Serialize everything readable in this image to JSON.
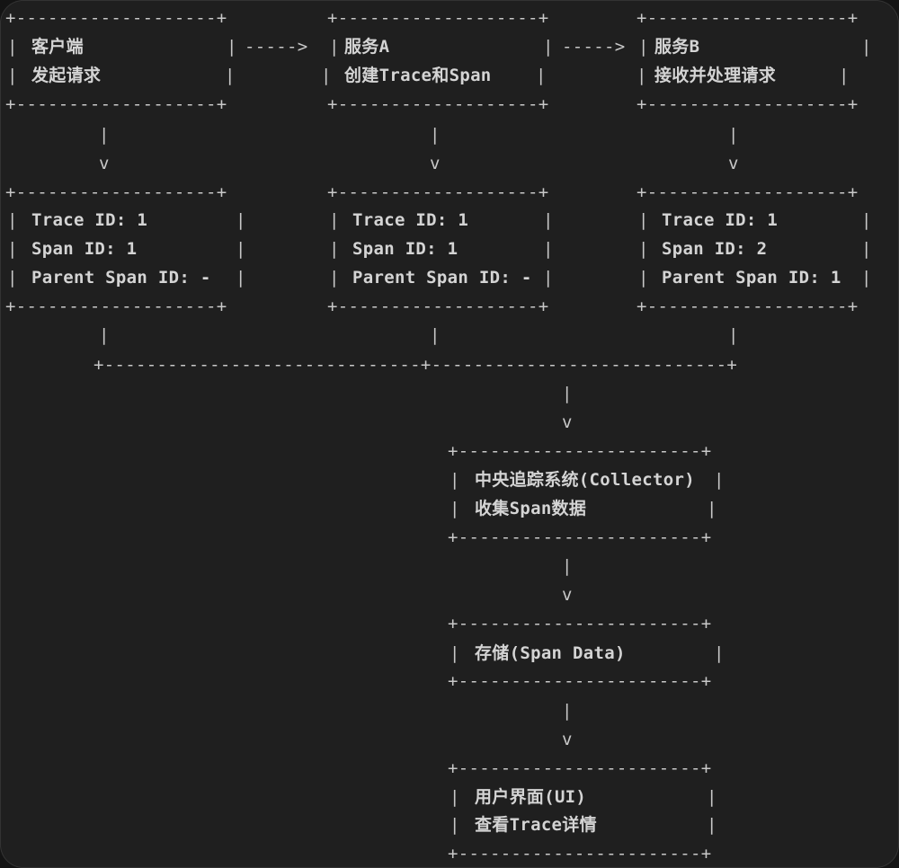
{
  "diagram": {
    "border_21": "+-------------------+",
    "border_25": "+-----------------------+",
    "connector": "+------------------------------+----------------------------+",
    "pipe": "|",
    "arrow_down": "v",
    "arrow_right": "----->",
    "client": {
      "title": "客户端",
      "subtitle": "发起请求"
    },
    "service_a": {
      "title": "服务A",
      "subtitle": "创建Trace和Span"
    },
    "service_b": {
      "title": "服务B",
      "subtitle": "接收并处理请求"
    },
    "spans": [
      {
        "trace_id": "Trace ID: 1",
        "span_id": "Span ID: 1",
        "parent_span_id": "Parent Span ID: -"
      },
      {
        "trace_id": "Trace ID: 1",
        "span_id": "Span ID: 1",
        "parent_span_id": "Parent Span ID: -"
      },
      {
        "trace_id": "Trace ID: 1",
        "span_id": "Span ID: 2",
        "parent_span_id": "Parent Span ID: 1"
      }
    ],
    "collector": {
      "title": "中央追踪系统(Collector)",
      "subtitle": "收集Span数据"
    },
    "storage": {
      "title": "存储(Span Data)"
    },
    "ui": {
      "title": "用户界面(UI)",
      "subtitle": "查看Trace详情"
    }
  }
}
